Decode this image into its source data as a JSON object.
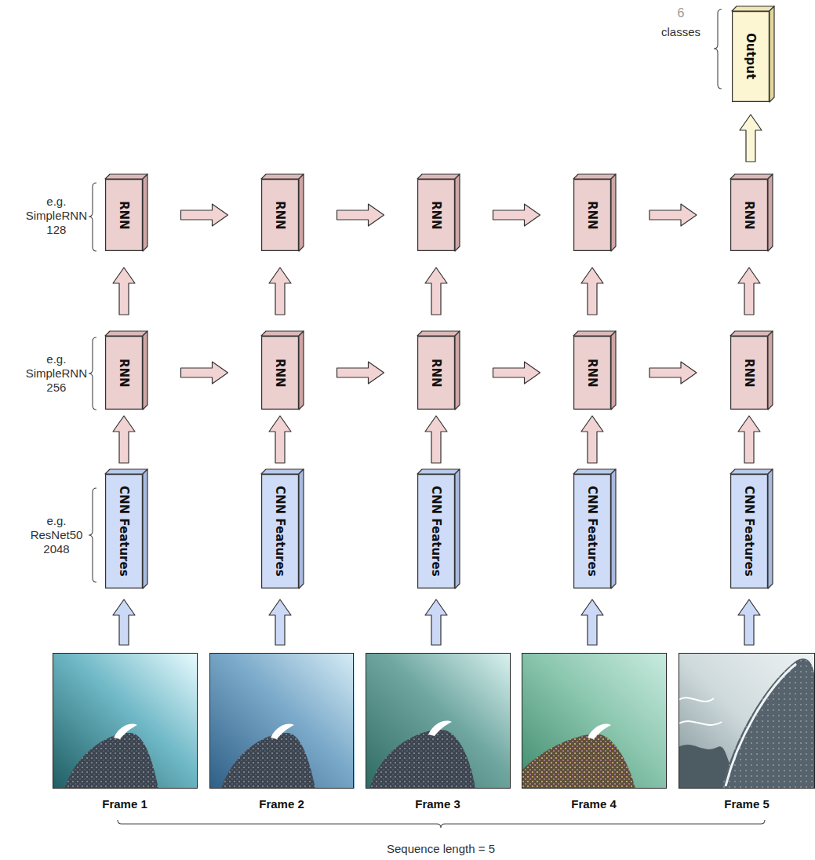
{
  "diagram": {
    "nodes": [
      {
        "text": [
          "Output"
        ]
      },
      {
        "text": [
          "RNN"
        ]
      },
      {
        "text": [
          "RNN"
        ]
      },
      {
        "text": [
          "RNN"
        ]
      },
      {
        "text": [
          "RNN"
        ]
      },
      {
        "text": [
          "RNN"
        ]
      },
      {
        "text": [
          "RNN"
        ]
      },
      {
        "text": [
          "RNN"
        ]
      },
      {
        "text": [
          "RNN"
        ]
      },
      {
        "text": [
          "RNN"
        ]
      },
      {
        "text": [
          "RNN"
        ]
      },
      {
        "text": [
          "CNN Features"
        ]
      },
      {
        "text": [
          "CNN Features"
        ]
      },
      {
        "text": [
          "CNN Features"
        ]
      },
      {
        "text": [
          "CNN Features"
        ]
      },
      {
        "text": [
          "CNN Features"
        ]
      }
    ],
    "edges": [
      {
        "from": 11,
        "to": 6,
        "arrow": "to"
      },
      {
        "from": 12,
        "to": 7,
        "arrow": "to"
      },
      {
        "from": 13,
        "to": 8,
        "arrow": "to"
      },
      {
        "from": 14,
        "to": 9,
        "arrow": "to"
      },
      {
        "from": 15,
        "to": 10,
        "arrow": "to"
      },
      {
        "from": 6,
        "to": 7,
        "arrow": "to"
      },
      {
        "from": 7,
        "to": 8,
        "arrow": "to"
      },
      {
        "from": 8,
        "to": 9,
        "arrow": "to"
      },
      {
        "from": 9,
        "to": 10,
        "arrow": "to"
      },
      {
        "from": 6,
        "to": 1,
        "arrow": "to"
      },
      {
        "from": 7,
        "to": 2,
        "arrow": "to"
      },
      {
        "from": 8,
        "to": 3,
        "arrow": "to"
      },
      {
        "from": 9,
        "to": 4,
        "arrow": "to"
      },
      {
        "from": 10,
        "to": 5,
        "arrow": "to"
      },
      {
        "from": 1,
        "to": 2,
        "arrow": "to"
      },
      {
        "from": 2,
        "to": 3,
        "arrow": "to"
      },
      {
        "from": 3,
        "to": 4,
        "arrow": "to"
      },
      {
        "from": 4,
        "to": 5,
        "arrow": "to"
      },
      {
        "from": 5,
        "to": 0,
        "arrow": "to"
      }
    ],
    "labels": [
      "6",
      "classes",
      "e.g. SimpleRNN 128",
      "e.g. SimpleRNN 256",
      "e.g. ResNet50 2048",
      "Frame 1",
      "Frame 2",
      "Frame 3",
      "Frame 4",
      "Frame 5",
      "Sequence length = 5"
    ]
  }
}
